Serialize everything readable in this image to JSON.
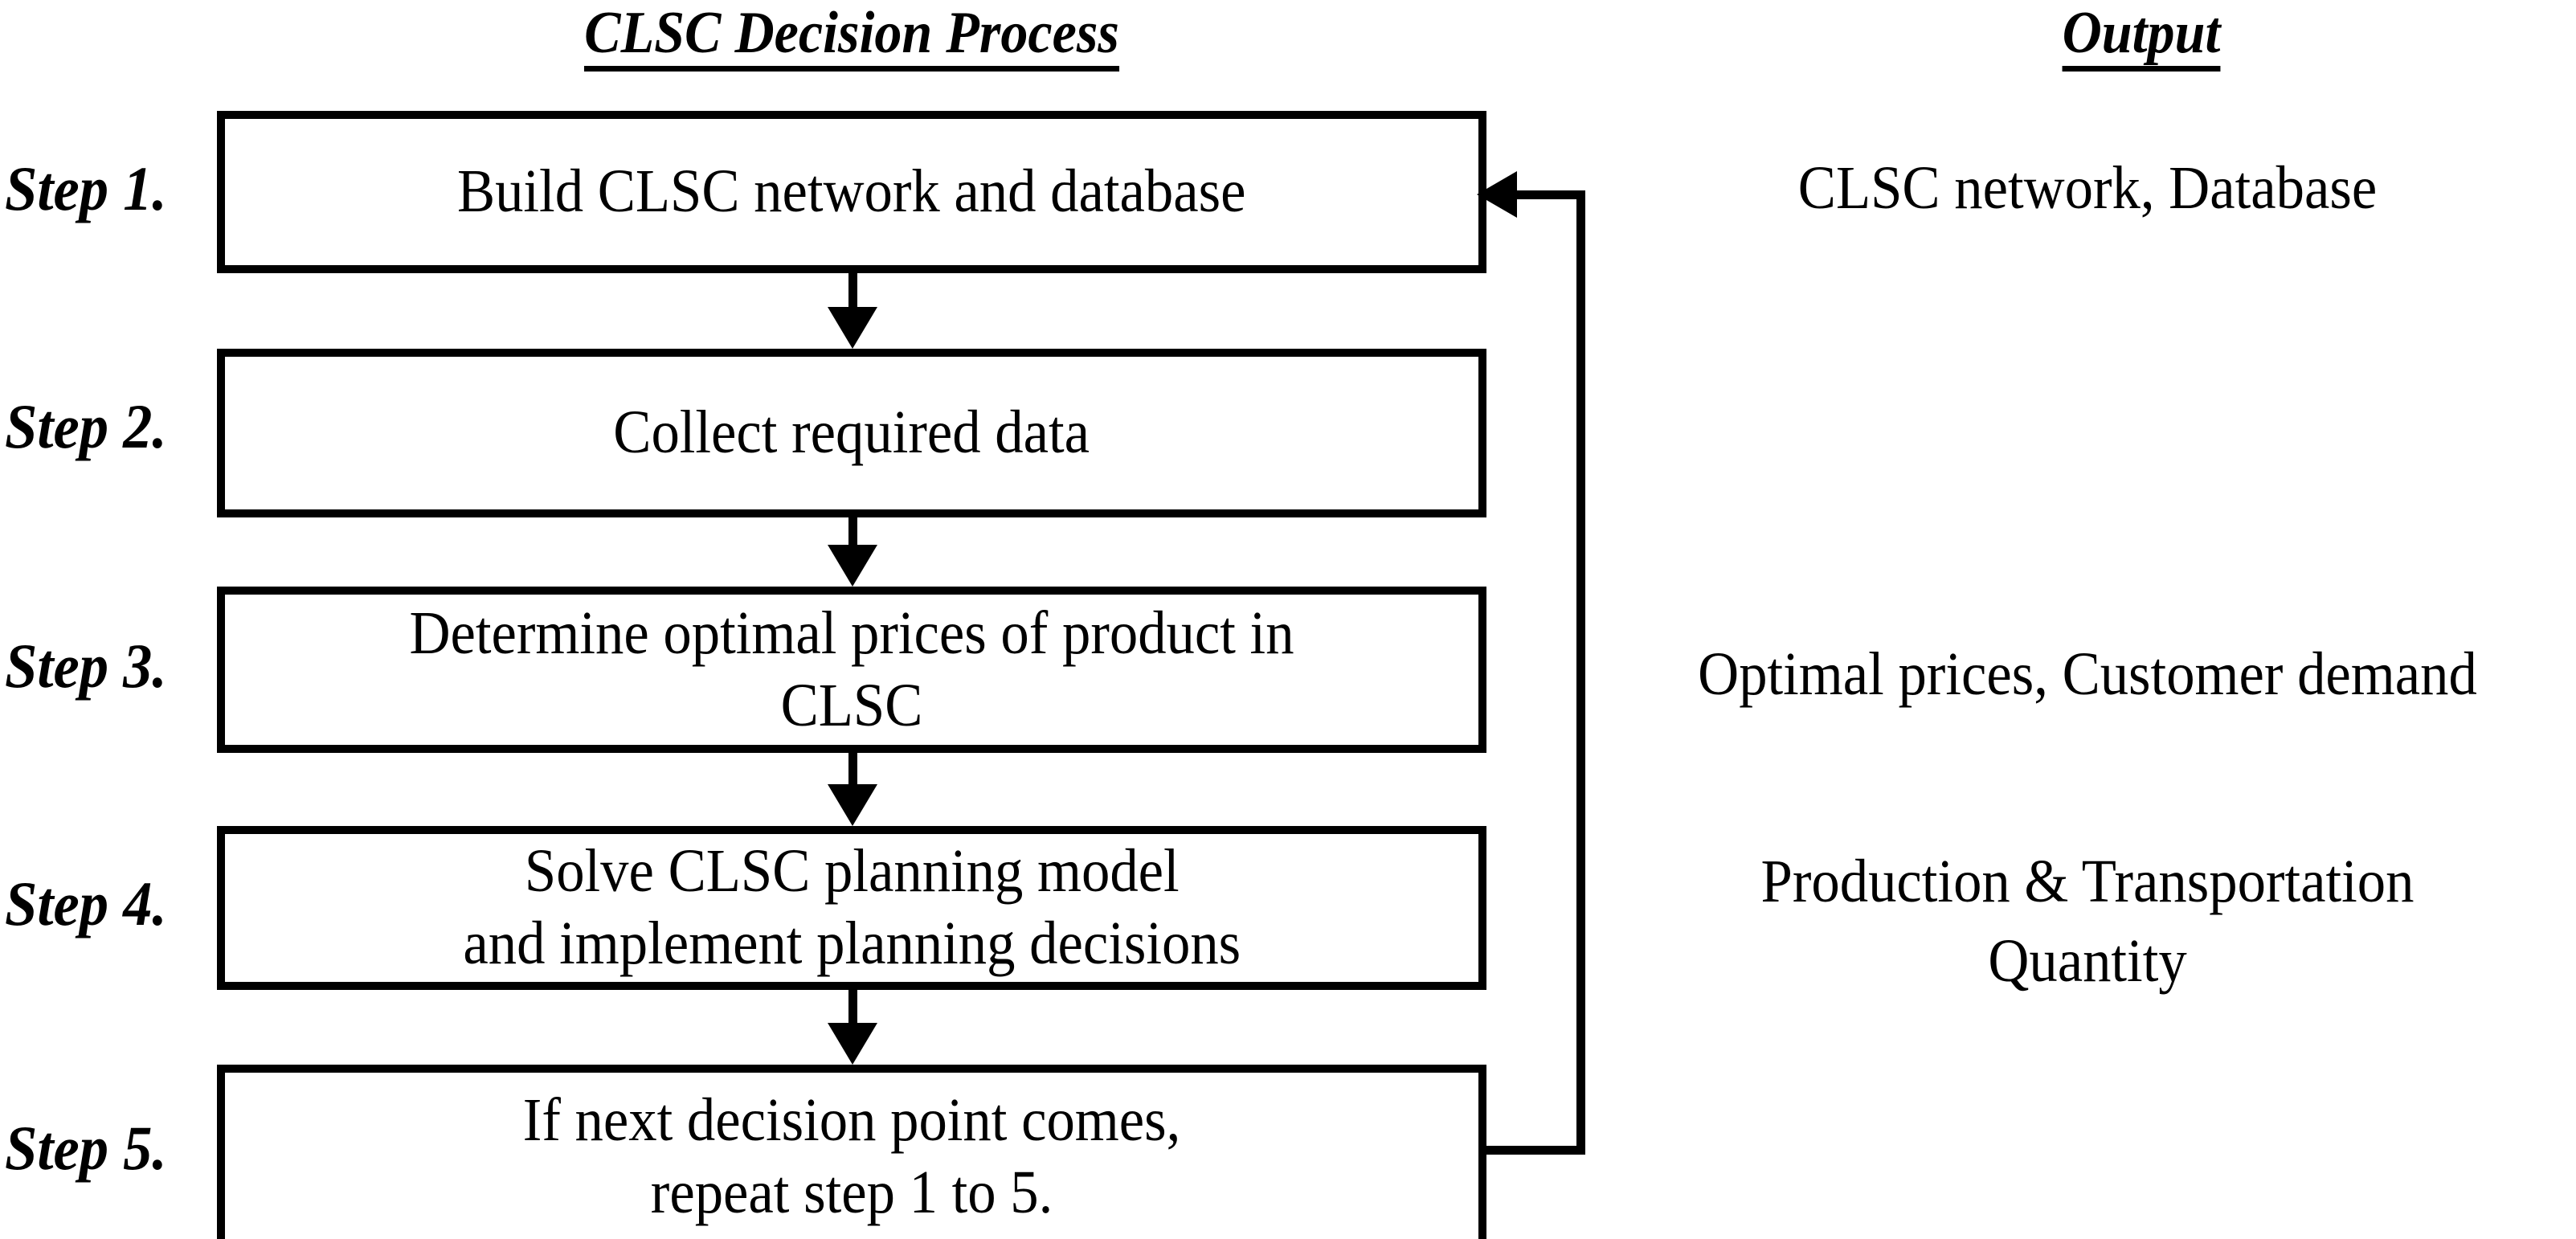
{
  "headers": {
    "process": "CLSC Decision Process",
    "output": "Output"
  },
  "steps": [
    {
      "label": "Step 1.",
      "box_text": "Build CLSC network and database",
      "output": "CLSC network, Database"
    },
    {
      "label": "Step 2.",
      "box_text": "Collect required data",
      "output": ""
    },
    {
      "label": "Step 3.",
      "box_text": "Determine optimal prices of product in\nCLSC",
      "output": "Optimal prices, Customer demand"
    },
    {
      "label": "Step 4.",
      "box_text": "Solve CLSC planning model\nand implement planning decisions",
      "output": "Production & Transportation\nQuantity"
    },
    {
      "label": "Step 5.",
      "box_text": "If next decision point comes,\nrepeat step 1 to 5.",
      "output": ""
    }
  ],
  "connectors": {
    "down_arrow_1_2": "arrow-down-icon",
    "down_arrow_2_3": "arrow-down-icon",
    "down_arrow_3_4": "arrow-down-icon",
    "down_arrow_4_5": "arrow-down-icon",
    "feedback_loop": "feedback-arrow-icon"
  },
  "colors": {
    "stroke": "#000000",
    "background": "#ffffff"
  }
}
